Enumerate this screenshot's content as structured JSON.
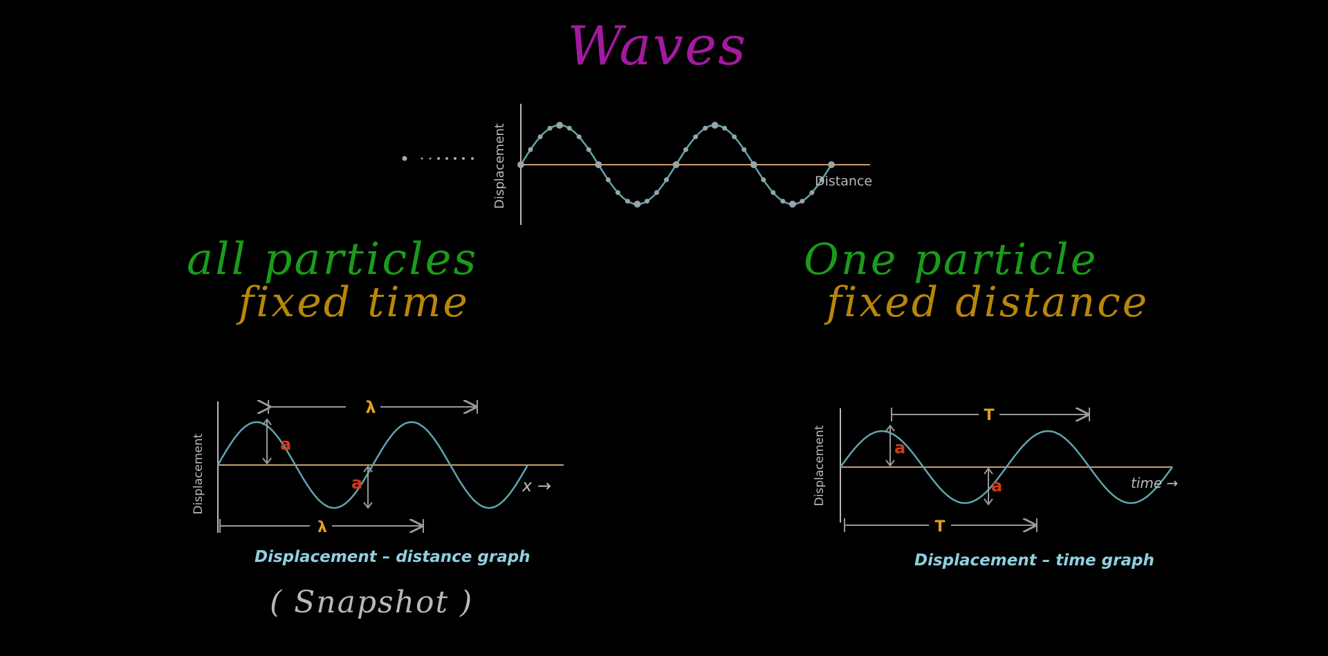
{
  "title": "Waves",
  "top_graph": {
    "ylabel": "Displacement",
    "xlabel": "Distance"
  },
  "left_panel": {
    "heading_line1": "all particles",
    "heading_line2": "fixed time",
    "ylabel": "Displacement",
    "wavelength_top": "λ",
    "wavelength_bottom": "λ",
    "amplitude_top": "a",
    "amplitude_bottom": "a",
    "axis_label": "x →",
    "caption": "Displacement – distance graph",
    "note": "( Snapshot )"
  },
  "right_panel": {
    "heading_line1": "One particle",
    "heading_line2": "fixed distance",
    "ylabel": "Displacement",
    "period_top": "T",
    "period_bottom": "T",
    "amplitude_top": "a",
    "amplitude_bottom": "a",
    "axis_label": "time →",
    "caption": "Displacement – time graph"
  },
  "colors": {
    "title": "#a31a9f",
    "heading_green": "#1a9c1a",
    "heading_orange": "#b8860b",
    "wave": "#5fa7b2",
    "axis": "#c9a06b",
    "amplitude": "#d03a1a",
    "lambda": "#e0a020",
    "caption": "#8fd0e0"
  }
}
